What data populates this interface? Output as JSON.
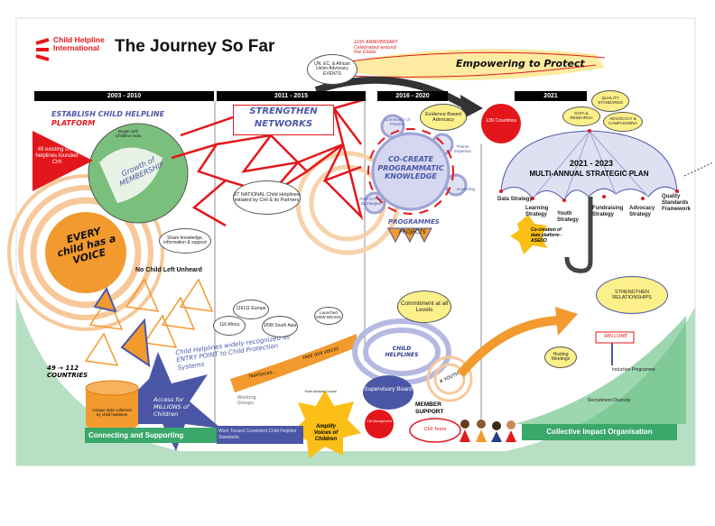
{
  "header": {
    "logo_text": "Child Helpline International",
    "title": "The Journey So Far"
  },
  "eras": [
    "2003 - 2010",
    "2011 - 2015",
    "2016 - 2020",
    "2021"
  ],
  "era1": {
    "heading_line1": "ESTABLISH CHILD HELPLINE",
    "heading_line2": "PLATFORM",
    "founded": "49 existing child helplines founded CHI",
    "began_with": "Began with Childline India",
    "globe_label": "Growth of MEMBERSHIP",
    "share_bubble": "Share knowledge, information & support",
    "every_child": "EVERY child has a VOICE",
    "no_child": "No Child Left Unheard"
  },
  "era2": {
    "heading": "STRENGTHEN NETWORKS",
    "national_bubble": "27 NATIONAL Child Helplines initiated by CHI & its Partners",
    "events_bubble": "UN, EC, & African Union Advocacy EVENTS",
    "anniversary": "10th ANNIVERSARY Celebrated around the Globe"
  },
  "era3": {
    "banner": "Empowering to Protect",
    "center": "CO-CREATE PROGRAMMATIC KNOWLEDGE",
    "evidence_bubble": "Evidence Based Advocacy",
    "community": "Community of Practice",
    "theme": "Theme Expertise",
    "elearning": "eLearning",
    "peer": "Peer to Peer Exchanges",
    "programmes": "PROGRAMMES",
    "projects": "PROJECTS",
    "countries": "139 Countries"
  },
  "era4": {
    "plan_years": "2021 - 2023",
    "plan_title": "MULTI-ANNUAL STRATEGIC PLAN",
    "strategies": [
      "Data Strategy",
      "Learning Strategy",
      "Youth Strategy",
      "Fundraising Strategy",
      "Advocacy Strategy",
      "Quality Standards Framework"
    ],
    "data_bubble": "DATA & RESEARCH",
    "quality_bubble": "QUALITY STANDARDS",
    "advocacy_bubble": "ADVOCACY & CAMPAIGNING",
    "cocreation": "Co-creation of data platform - ASEDO"
  },
  "bottom": {
    "countries_growth": "49 → 112 COUNTRIES",
    "unique_data": "Unique data collected by child helplines",
    "access": "Access for MILLIONS of Children",
    "entry_point": "Child Helplines widely recognized as ENTRY POINT to Child Protection Systems",
    "europe": "116111 Europe",
    "africa": "116 Africa",
    "south_asia": "1098 South Asia",
    "new_brand": "Launched NEW BRAND",
    "taskforces": "Taskforces...",
    "free_voices": "FREE OUR VOICES",
    "working_groups": "Working Groups",
    "youth_council": "Youth Advisory Council",
    "connecting": "Connecting and Supporting",
    "standards": "Work Toward Consistent Child Helpline Standards",
    "amplify": "Amplify Voices of Children",
    "commitment": "Commitment at all Levels",
    "child_helplines": "CHILD HELPLINES",
    "youth": "# YOUTH",
    "supervisory": "Supervisory Board",
    "chi_management": "CHI Management",
    "member_support": "MEMBER SUPPORT",
    "chi_team": "CHI Team",
    "strengthen_rel": "STRENGTHEN RELATIONSHIPS",
    "hosting": "Hosting Meetings",
    "welcome": "WELCOME",
    "induction": "Induction Programme",
    "recruitment": "Recruitment Diversity",
    "collective": "Collective Impact Organisation"
  },
  "colors": {
    "red": "#e3171b",
    "green": "#3aa86a",
    "blue": "#4b57a6",
    "orange": "#f29a2e",
    "yellow": "#fdf08a"
  }
}
